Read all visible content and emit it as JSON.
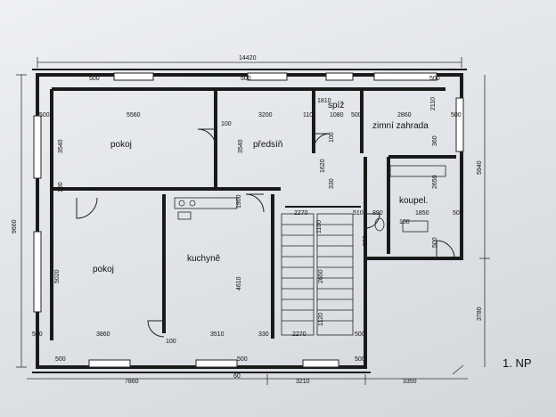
{
  "floor_label": "1. NP",
  "rooms": {
    "pokoj_top": "pokoj",
    "predsin": "předsíň",
    "spiz": "spíž",
    "zimni_zahrada": "zimní zahrada",
    "koupelna": "koupel.",
    "pokoj_bottom": "pokoj",
    "kuchyne": "kuchyně"
  },
  "dims": {
    "overall_width": "14420",
    "overall_height": "9660",
    "right_upper": "5940",
    "right_lower": "3780",
    "bottom_left": "7860",
    "bottom_mid": "3210",
    "bottom_right": "3350",
    "bottom_60": "60",
    "top_500_a": "500",
    "top_500_b": "500",
    "top_500_c": "500",
    "left_500_a": "500",
    "pokoj_w": "5560",
    "wall_100_a": "100",
    "predsin_w": "3200",
    "w_110": "110",
    "w_1810": "1810",
    "w_1080": "1080",
    "w_500_d": "500",
    "zahrada_w": "2860",
    "w_2110": "2110",
    "w_500_e": "500",
    "v_3540_a": "3540",
    "v_3540_b": "3540",
    "v_100_b": "100",
    "v_360": "360",
    "v_1620": "1620",
    "v_330": "330",
    "v_2650": "2650",
    "v_100_c": "100",
    "v_2270_top": "2270",
    "w_510": "510",
    "w_890": "890",
    "w_100_d": "100",
    "w_1850": "1850",
    "w_500_f": "500",
    "v_1100": "1100",
    "v_5020": "5020",
    "v_4610": "4610",
    "v_2650_b": "2650",
    "v_1120": "1120",
    "b_500_l": "500",
    "b_3860": "3860",
    "b_100": "100",
    "b_3510": "3510",
    "b_330": "330",
    "b_2270": "2270",
    "b_500_r": "500",
    "b_500_bl": "500",
    "b_500_bm": "500",
    "b_500_br": "500",
    "v_500_right": "500",
    "v_1900": "1900",
    "v_500_r2": "500"
  }
}
